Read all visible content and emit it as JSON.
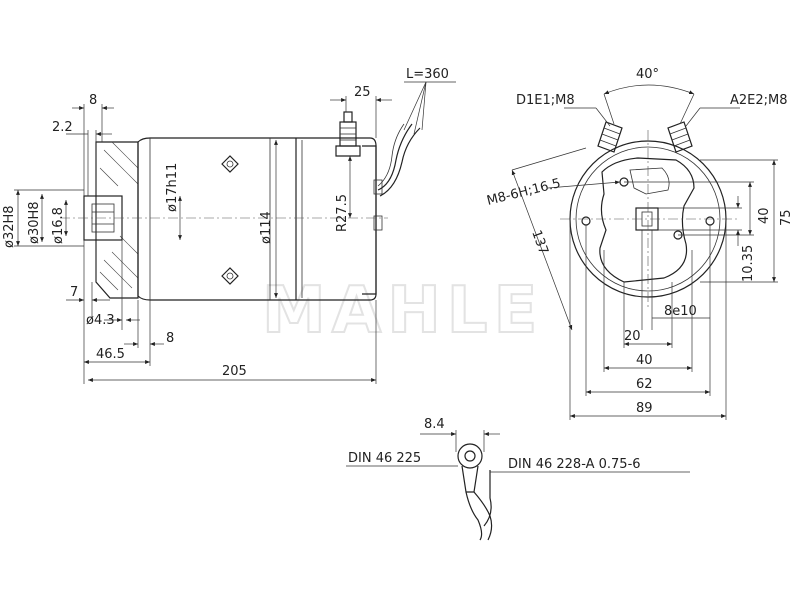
{
  "watermark": "MAHLE",
  "side_view": {
    "dims": {
      "top_8": "8",
      "top_2_2": "2.2",
      "d32": "ø32H8",
      "d30": "ø30H8",
      "d16_8": "ø16.8",
      "d17": "ø17h11",
      "d114": "ø114",
      "r27_5": "R27.5",
      "seven": "7",
      "d4_3": "ø4.3",
      "eight_bottom": "8",
      "d46_5": "46.5",
      "len_205": "205",
      "top_25": "25",
      "cable_len": "L=360"
    }
  },
  "end_view": {
    "dims": {
      "angle": "40°",
      "d1e1": "D1E1;M8",
      "a2e2": "A2E2;M8",
      "m8": "M8-6H;16.5",
      "d137": "137",
      "v40": "40",
      "v75": "75",
      "v10_35": "10.35",
      "key": "8e10",
      "h20": "20",
      "h40": "40",
      "h62": "62",
      "h89": "89"
    }
  },
  "terminal": {
    "dims": {
      "w8_4": "8.4",
      "din225": "DIN 46 225",
      "din228": "DIN 46 228-A 0.75-6"
    }
  }
}
